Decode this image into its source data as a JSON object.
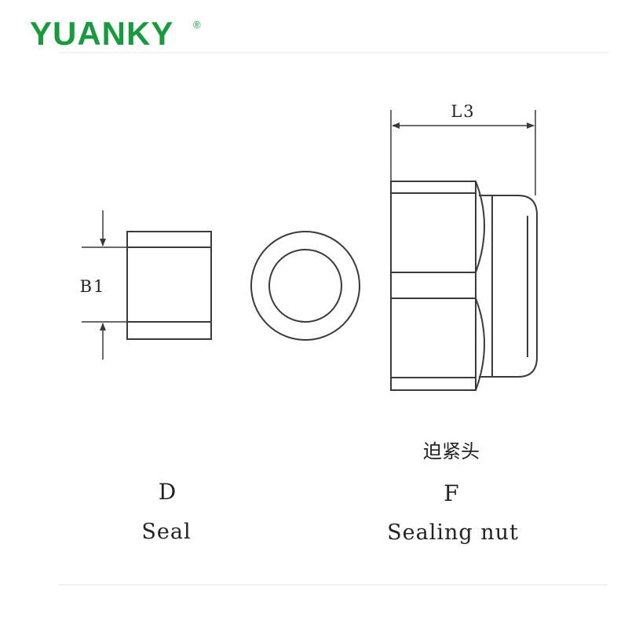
{
  "brand": {
    "name": "YUANKY",
    "mark": "®",
    "color": "#1a9a3e"
  },
  "dimensions": {
    "b1": "B1",
    "l3": "L3"
  },
  "parts": [
    {
      "letter": "D",
      "name": "Seal"
    },
    {
      "letter": "F",
      "name": "Sealing nut",
      "chinese_name": "迫紧头"
    }
  ],
  "line_color": "#3a3a3a"
}
